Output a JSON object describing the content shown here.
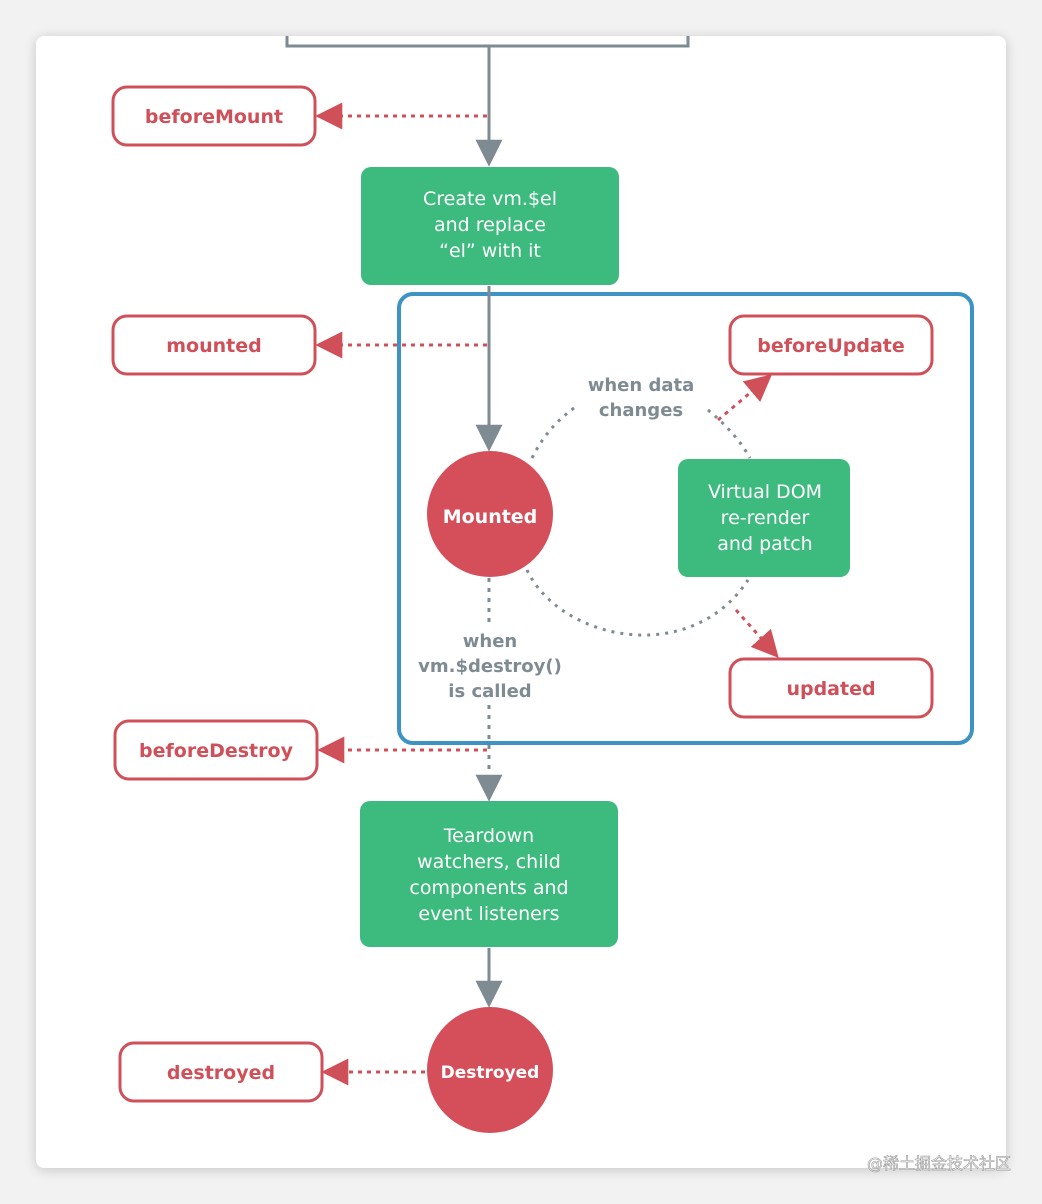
{
  "hooks": {
    "before_mount": "beforeMount",
    "mounted": "mounted",
    "before_update": "beforeUpdate",
    "updated": "updated",
    "before_destroy": "beforeDestroy",
    "destroyed": "destroyed"
  },
  "steps": {
    "create_el": [
      "Create vm.$el",
      "and replace",
      "“el” with it"
    ],
    "virtual_dom": [
      "Virtual DOM",
      "re-render",
      "and patch"
    ],
    "teardown": [
      "Teardown",
      "watchers, child",
      "components and",
      "event listeners"
    ]
  },
  "states": {
    "mounted": "Mounted",
    "destroyed": "Destroyed"
  },
  "notes": {
    "data_changes": [
      "when data",
      "changes"
    ],
    "destroy_called": [
      "when",
      "vm.$destroy()",
      "is called"
    ]
  },
  "watermark": "@稀土掘金技术社区",
  "colors": {
    "hook_red": "#d0505a",
    "step_green": "#3dba7e",
    "state_red": "#d44f5a",
    "arrow_gray": "#7e8b93",
    "loop_blue": "#3d94c4"
  }
}
